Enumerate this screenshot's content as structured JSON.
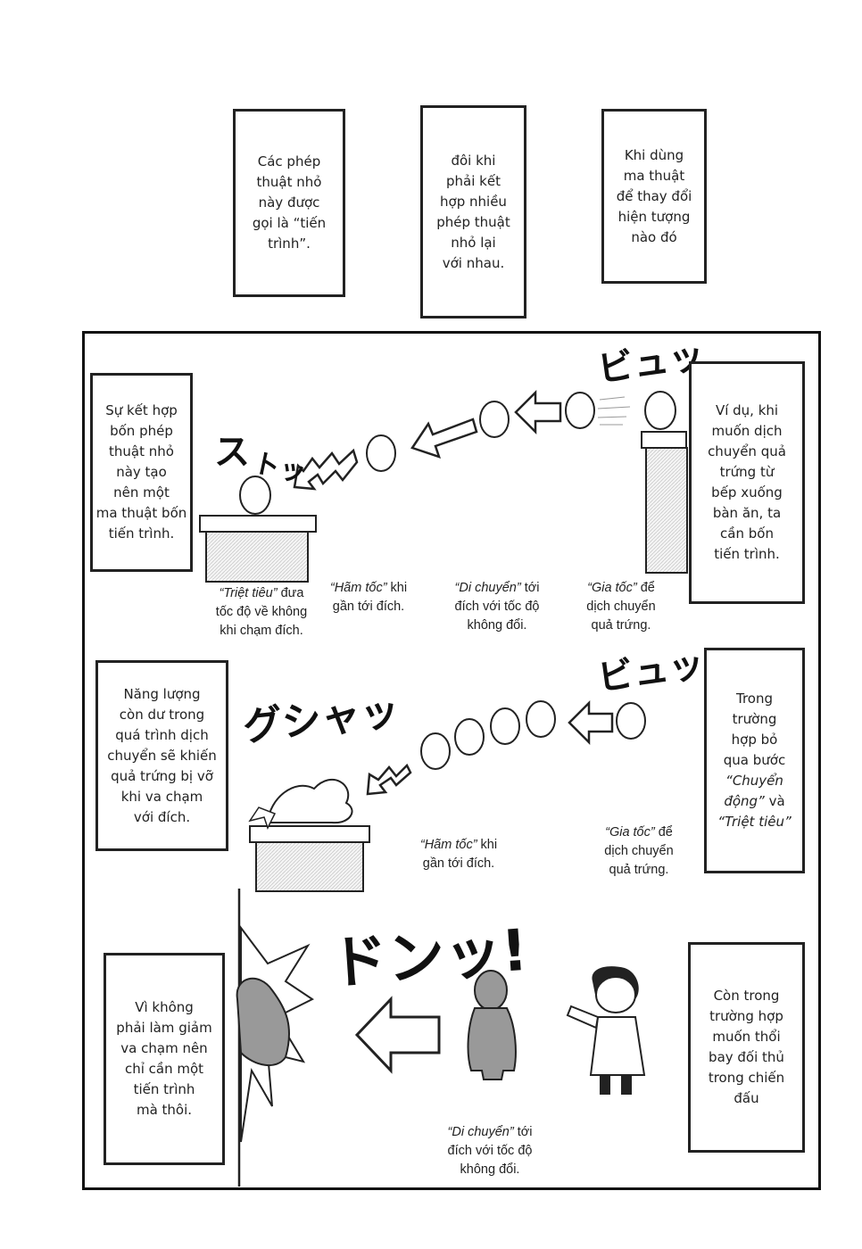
{
  "top_boxes": [
    {
      "text": "Các phép\nthuật nhỏ\nnày được\ngọi là “tiến\ntrình”."
    },
    {
      "text": "đôi khi\nphải kết\nhợp nhiều\nphép thuật\nnhỏ lại\nvới nhau."
    },
    {
      "text": "Khi dùng\nma thuật\nđể thay đổi\nhiện tượng\nnào đó"
    }
  ],
  "panel1": {
    "left_box": "Sự kết hợp\nbốn phép\nthuật nhỏ\nnày tạo\nnên một\nma thuật bốn\ntiến trình.",
    "right_box": "Ví dụ, khi\nmuốn dịch\nchuyển quả\ntrứng từ\nbếp xuống\nbàn ăn, ta\ncần bốn\ntiến trình.",
    "captions": [
      {
        "term": "“Triệt tiêu”",
        "rest": " đưa\ntốc độ về không\nkhi chạm đích."
      },
      {
        "term": "“Hãm tốc”",
        "rest": " khi\ngần tới đích."
      },
      {
        "term": "“Di chuyển”",
        "rest": " tới\nđích với tốc độ\nkhông đổi."
      },
      {
        "term": "“Gia tốc”",
        "rest": " để\ndịch chuyển\nquả trứng."
      }
    ],
    "sfx": [
      "ス",
      "トッ",
      "ビュッ"
    ]
  },
  "panel2": {
    "left_box": "Năng lượng\ncòn dư trong\nquá trình dịch\nchuyển sẽ khiến\nquả trứng bị vỡ\nkhi va chạm\nvới đích.",
    "right_box_lines": [
      "Trong\ntrường\nhợp bỏ\nqua bước",
      "“Chuyển\nđộng”",
      " và\n",
      "“Triệt tiêu”"
    ],
    "captions": [
      {
        "term": "“Hãm tốc”",
        "rest": " khi\ngần tới đích."
      },
      {
        "term": "“Gia tốc”",
        "rest": " để\ndịch chuyển\nquả trứng."
      }
    ],
    "sfx": [
      "グシャッ",
      "ビュッ"
    ]
  },
  "panel3": {
    "left_box": "Vì không\nphải làm giảm\nva chạm nên\nchỉ cần một\ntiến trình\nmà thôi.",
    "right_box": "Còn trong\ntrường hợp\nmuốn thổi\nbay đối thủ\ntrong chiến\nđấu",
    "captions": [
      {
        "term": "“Di chuyển”",
        "rest": " tới\nđích với tốc độ\nkhông đổi."
      }
    ],
    "sfx": [
      "ドンッ!"
    ]
  }
}
